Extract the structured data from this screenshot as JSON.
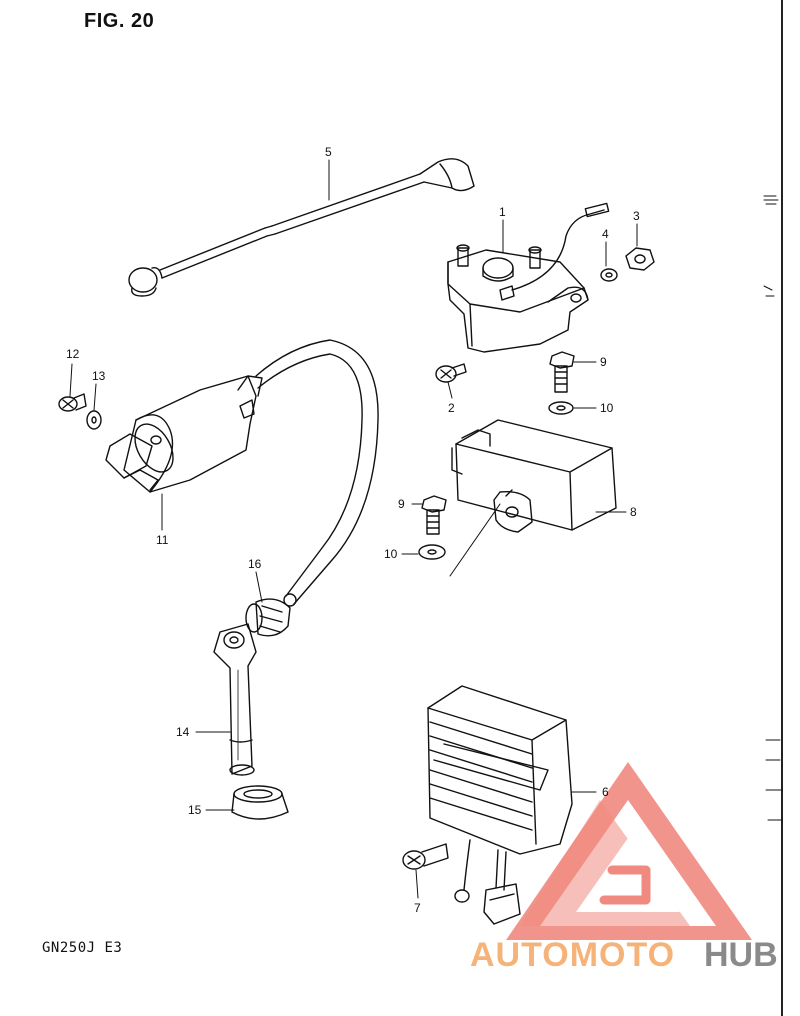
{
  "figure": {
    "title": "FIG. 20",
    "model": "GN250J E3"
  },
  "colors": {
    "ink": "#111111",
    "watermark_red": "#f08a80",
    "watermark_orange": "#f5b37a",
    "watermark_gray": "#8a8a8a"
  },
  "callouts": {
    "p1": "1",
    "p2": "2",
    "p3": "3",
    "p4": "4",
    "p5": "5",
    "p6": "6",
    "p7": "7",
    "p8": "8",
    "p9a": "9",
    "p9b": "9",
    "p10a": "10",
    "p10b": "10",
    "p11": "11",
    "p12": "12",
    "p13": "13",
    "p14": "14",
    "p15": "15",
    "p16": "16"
  },
  "parts": [
    {
      "ref": "1",
      "name": "starter-relay"
    },
    {
      "ref": "2",
      "name": "screw"
    },
    {
      "ref": "3",
      "name": "nut"
    },
    {
      "ref": "4",
      "name": "washer"
    },
    {
      "ref": "5",
      "name": "battery-cable"
    },
    {
      "ref": "6",
      "name": "regulator-rectifier"
    },
    {
      "ref": "7",
      "name": "screw"
    },
    {
      "ref": "8",
      "name": "cdi-unit"
    },
    {
      "ref": "9",
      "name": "bolt"
    },
    {
      "ref": "10",
      "name": "washer"
    },
    {
      "ref": "11",
      "name": "ignition-coil"
    },
    {
      "ref": "12",
      "name": "screw"
    },
    {
      "ref": "13",
      "name": "washer"
    },
    {
      "ref": "14",
      "name": "spark-plug-cap"
    },
    {
      "ref": "15",
      "name": "boot"
    },
    {
      "ref": "16",
      "name": "cord-seal"
    }
  ],
  "watermark": {
    "text_a": "AUTOMOTO",
    "text_b": "HUB"
  }
}
